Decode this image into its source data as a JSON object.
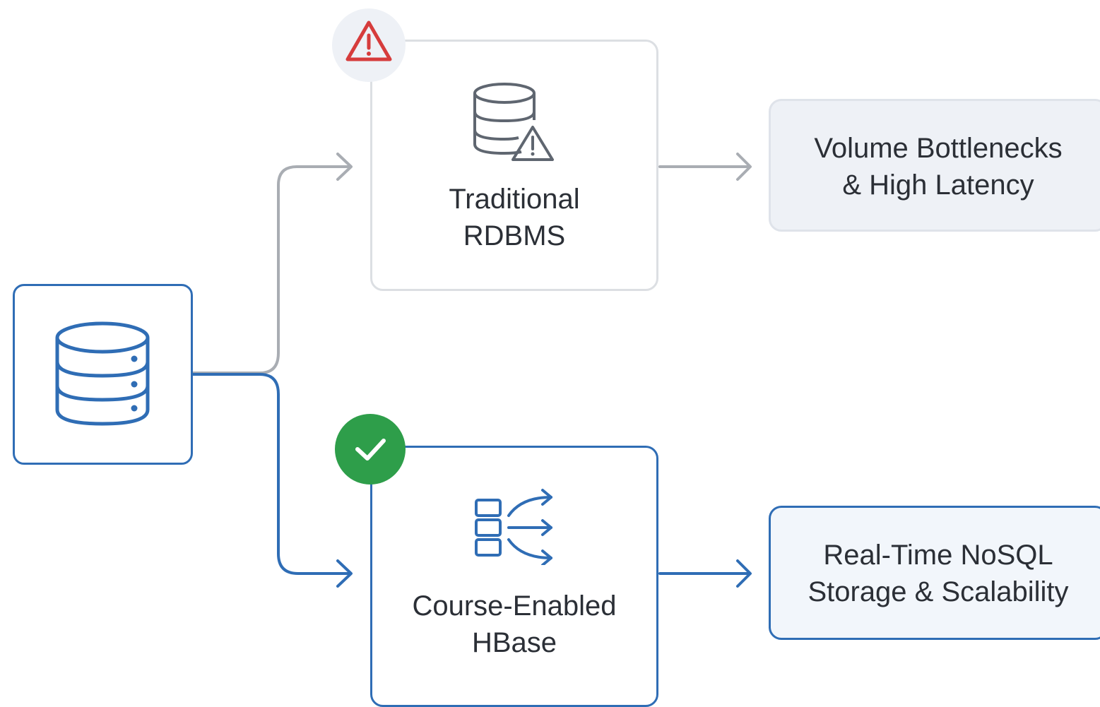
{
  "nodes": {
    "source": {
      "icon": "database-server-icon"
    },
    "rdbms": {
      "label": "Traditional\nRDBMS",
      "icon": "database-warning-icon",
      "badge_icon": "warning-icon"
    },
    "hbase": {
      "label": "Course-Enabled\nHBase",
      "icon": "distributed-storage-icon",
      "badge_icon": "checkmark-icon"
    }
  },
  "outcomes": {
    "bad": {
      "label": "Volume Bottlenecks\n& High Latency"
    },
    "good": {
      "label": "Real-Time NoSQL\nStorage & Scalability"
    }
  },
  "colors": {
    "accent_blue": "#2f6db5",
    "neutral_gray": "#a9adb3",
    "warning_red": "#d63c3c",
    "success_green": "#2e9e4a",
    "soft_fill": "#eef1f6"
  }
}
